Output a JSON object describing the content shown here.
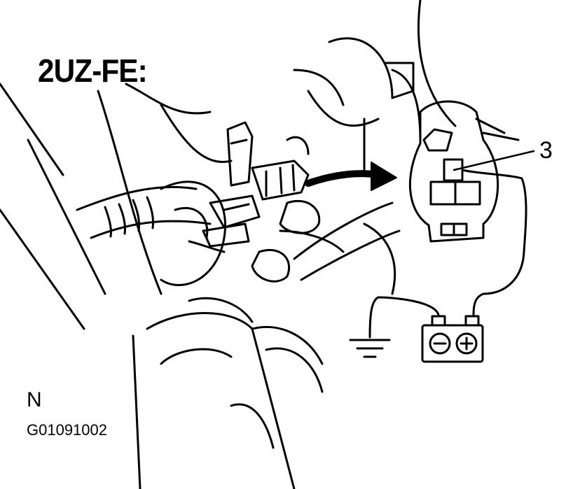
{
  "title": "2UZ-FE:",
  "callout_label": "3",
  "corner_label": "N",
  "figure_id": "G01091002"
}
